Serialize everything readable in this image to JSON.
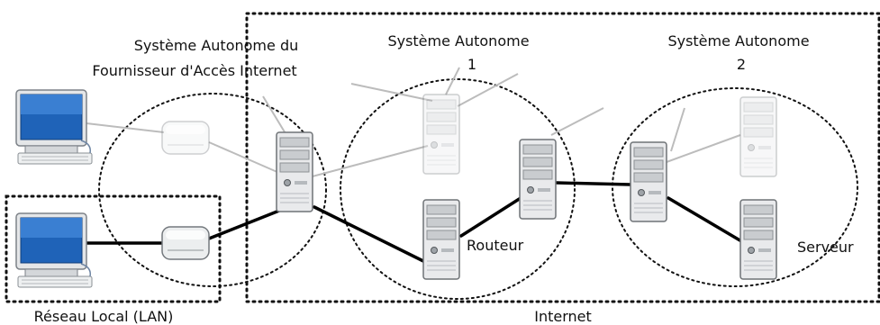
{
  "labels": {
    "isp_line1": "Système Autonome du",
    "isp_line2": "Fournisseur d'Accès Internet",
    "as1_line1": "Système Autonome",
    "as1_line2": "1",
    "as2_line1": "Système Autonome",
    "as2_line2": "2",
    "router": "Routeur",
    "server": "Serveur",
    "lan": "Réseau Local (LAN)",
    "internet": "Internet"
  }
}
